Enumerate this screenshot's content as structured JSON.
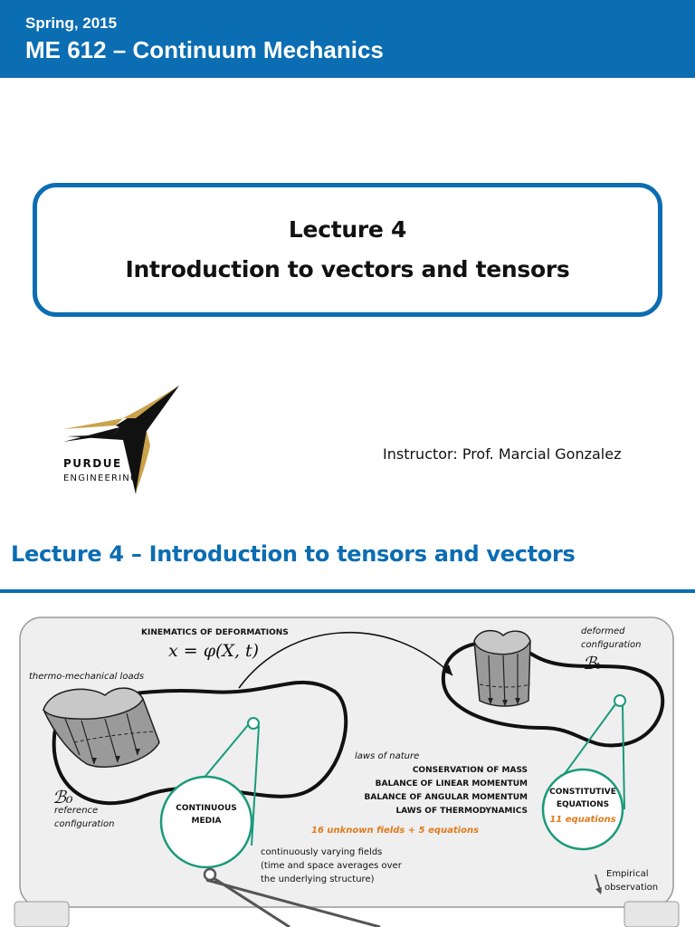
{
  "slide1": {
    "header": {
      "subtitle": "Spring, 2015",
      "title": "ME 612 – Continuum Mechanics"
    },
    "title_box": {
      "line1": "Lecture 4",
      "line2": "Introduction to vectors and tensors"
    },
    "logo": {
      "line1": "PURDUE",
      "line2": "ENGINEERING"
    },
    "instructor": "Instructor: Prof. Marcial Gonzalez"
  },
  "slide2": {
    "title": "Lecture 4 – Introduction to tensors and vectors",
    "diagram": {
      "kinematics_label": "KINEMATICS OF DEFORMATIONS",
      "map_equation": "x = φ(X, t)",
      "loads_label": "thermo-mechanical loads",
      "reference_symbol": "ℬ₀",
      "reference_label_1": "reference",
      "reference_label_2": "configuration",
      "deformed_label_1": "deformed",
      "deformed_label_2": "configuration",
      "deformed_symbol": "ℬₜ",
      "laws_of_nature": "laws of nature",
      "laws": [
        "CONSERVATION  OF MASS",
        "BALANCE OF LINEAR MOMENTUM",
        "BALANCE OF ANGULAR MOMENTUM",
        "LAWS OF THERMODYNAMICS"
      ],
      "unknowns": "16 unknown fields   +   5 equations",
      "continuous_media_1": "CONTINUOUS",
      "continuous_media_2": "MEDIA",
      "fields_note_1": "continuously varying fields",
      "fields_note_2": "(time and space averages over",
      "fields_note_3": "the underlying structure)",
      "constitutive_1": "CONSTITUTIVE",
      "constitutive_2": "EQUATIONS",
      "constitutive_3": "11 equations",
      "empirical_1": "Empirical",
      "empirical_2": "observation"
    }
  },
  "colors": {
    "brand_blue": "#0b6db2",
    "accent_green": "#1a9a7a",
    "accent_orange": "#e07b1c",
    "purdue_gold": "#c9a24a"
  }
}
